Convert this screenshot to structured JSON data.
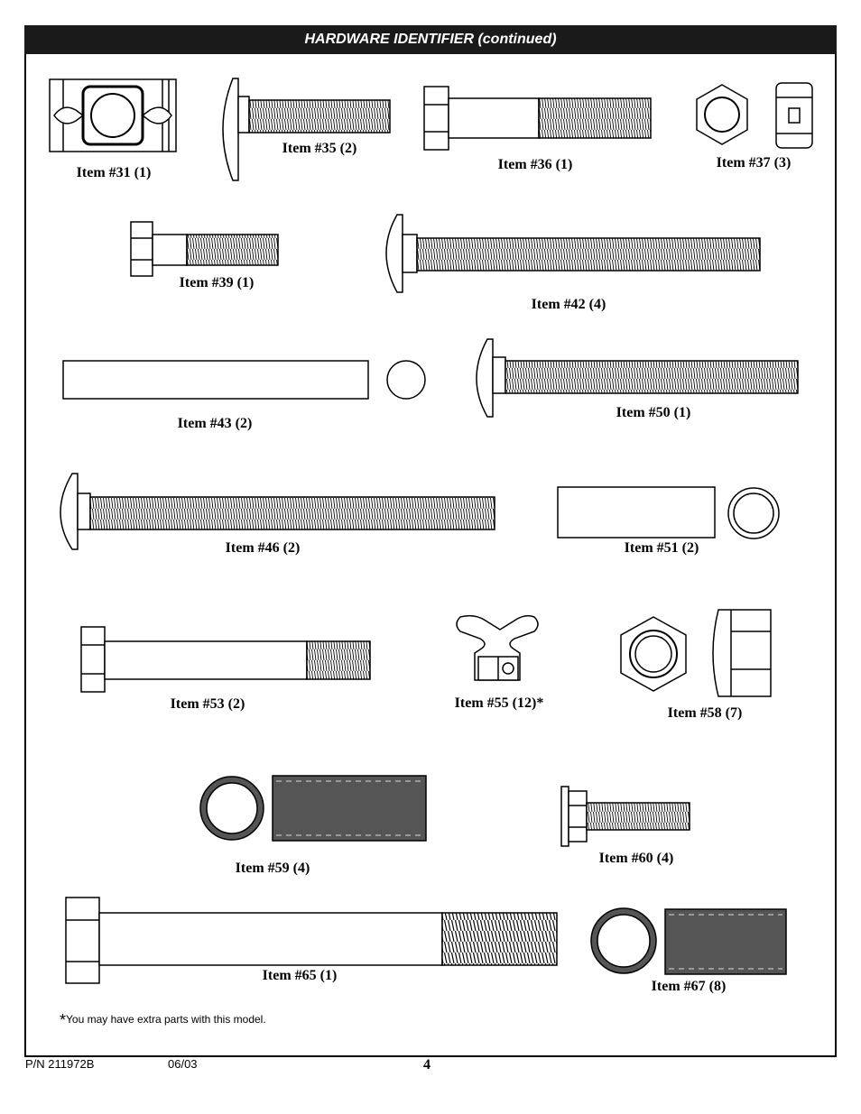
{
  "header": {
    "title": "HARDWARE IDENTIFIER (continued)"
  },
  "items": [
    {
      "label": "Item #31 (1)"
    },
    {
      "label": "Item #35 (2)"
    },
    {
      "label": "Item #36 (1)"
    },
    {
      "label": "Item #37 (3)"
    },
    {
      "label": "Item #39 (1)"
    },
    {
      "label": "Item #42 (4)"
    },
    {
      "label": "Item #43 (2)"
    },
    {
      "label": "Item #50 (1)"
    },
    {
      "label": "Item #46 (2)"
    },
    {
      "label": "Item #51 (2)"
    },
    {
      "label": "Item #53 (2)"
    },
    {
      "label": "Item #55 (12)*"
    },
    {
      "label": "Item #58 (7)"
    },
    {
      "label": "Item #59 (4)"
    },
    {
      "label": "Item #60 (4)"
    },
    {
      "label": "Item #65 (1)"
    },
    {
      "label": "Item #67 (8)"
    }
  ],
  "note": {
    "star": "*",
    "text": "You may have extra parts with this model."
  },
  "footer": {
    "part_number": "P/N 211972B",
    "date": "06/03",
    "page": "4"
  }
}
